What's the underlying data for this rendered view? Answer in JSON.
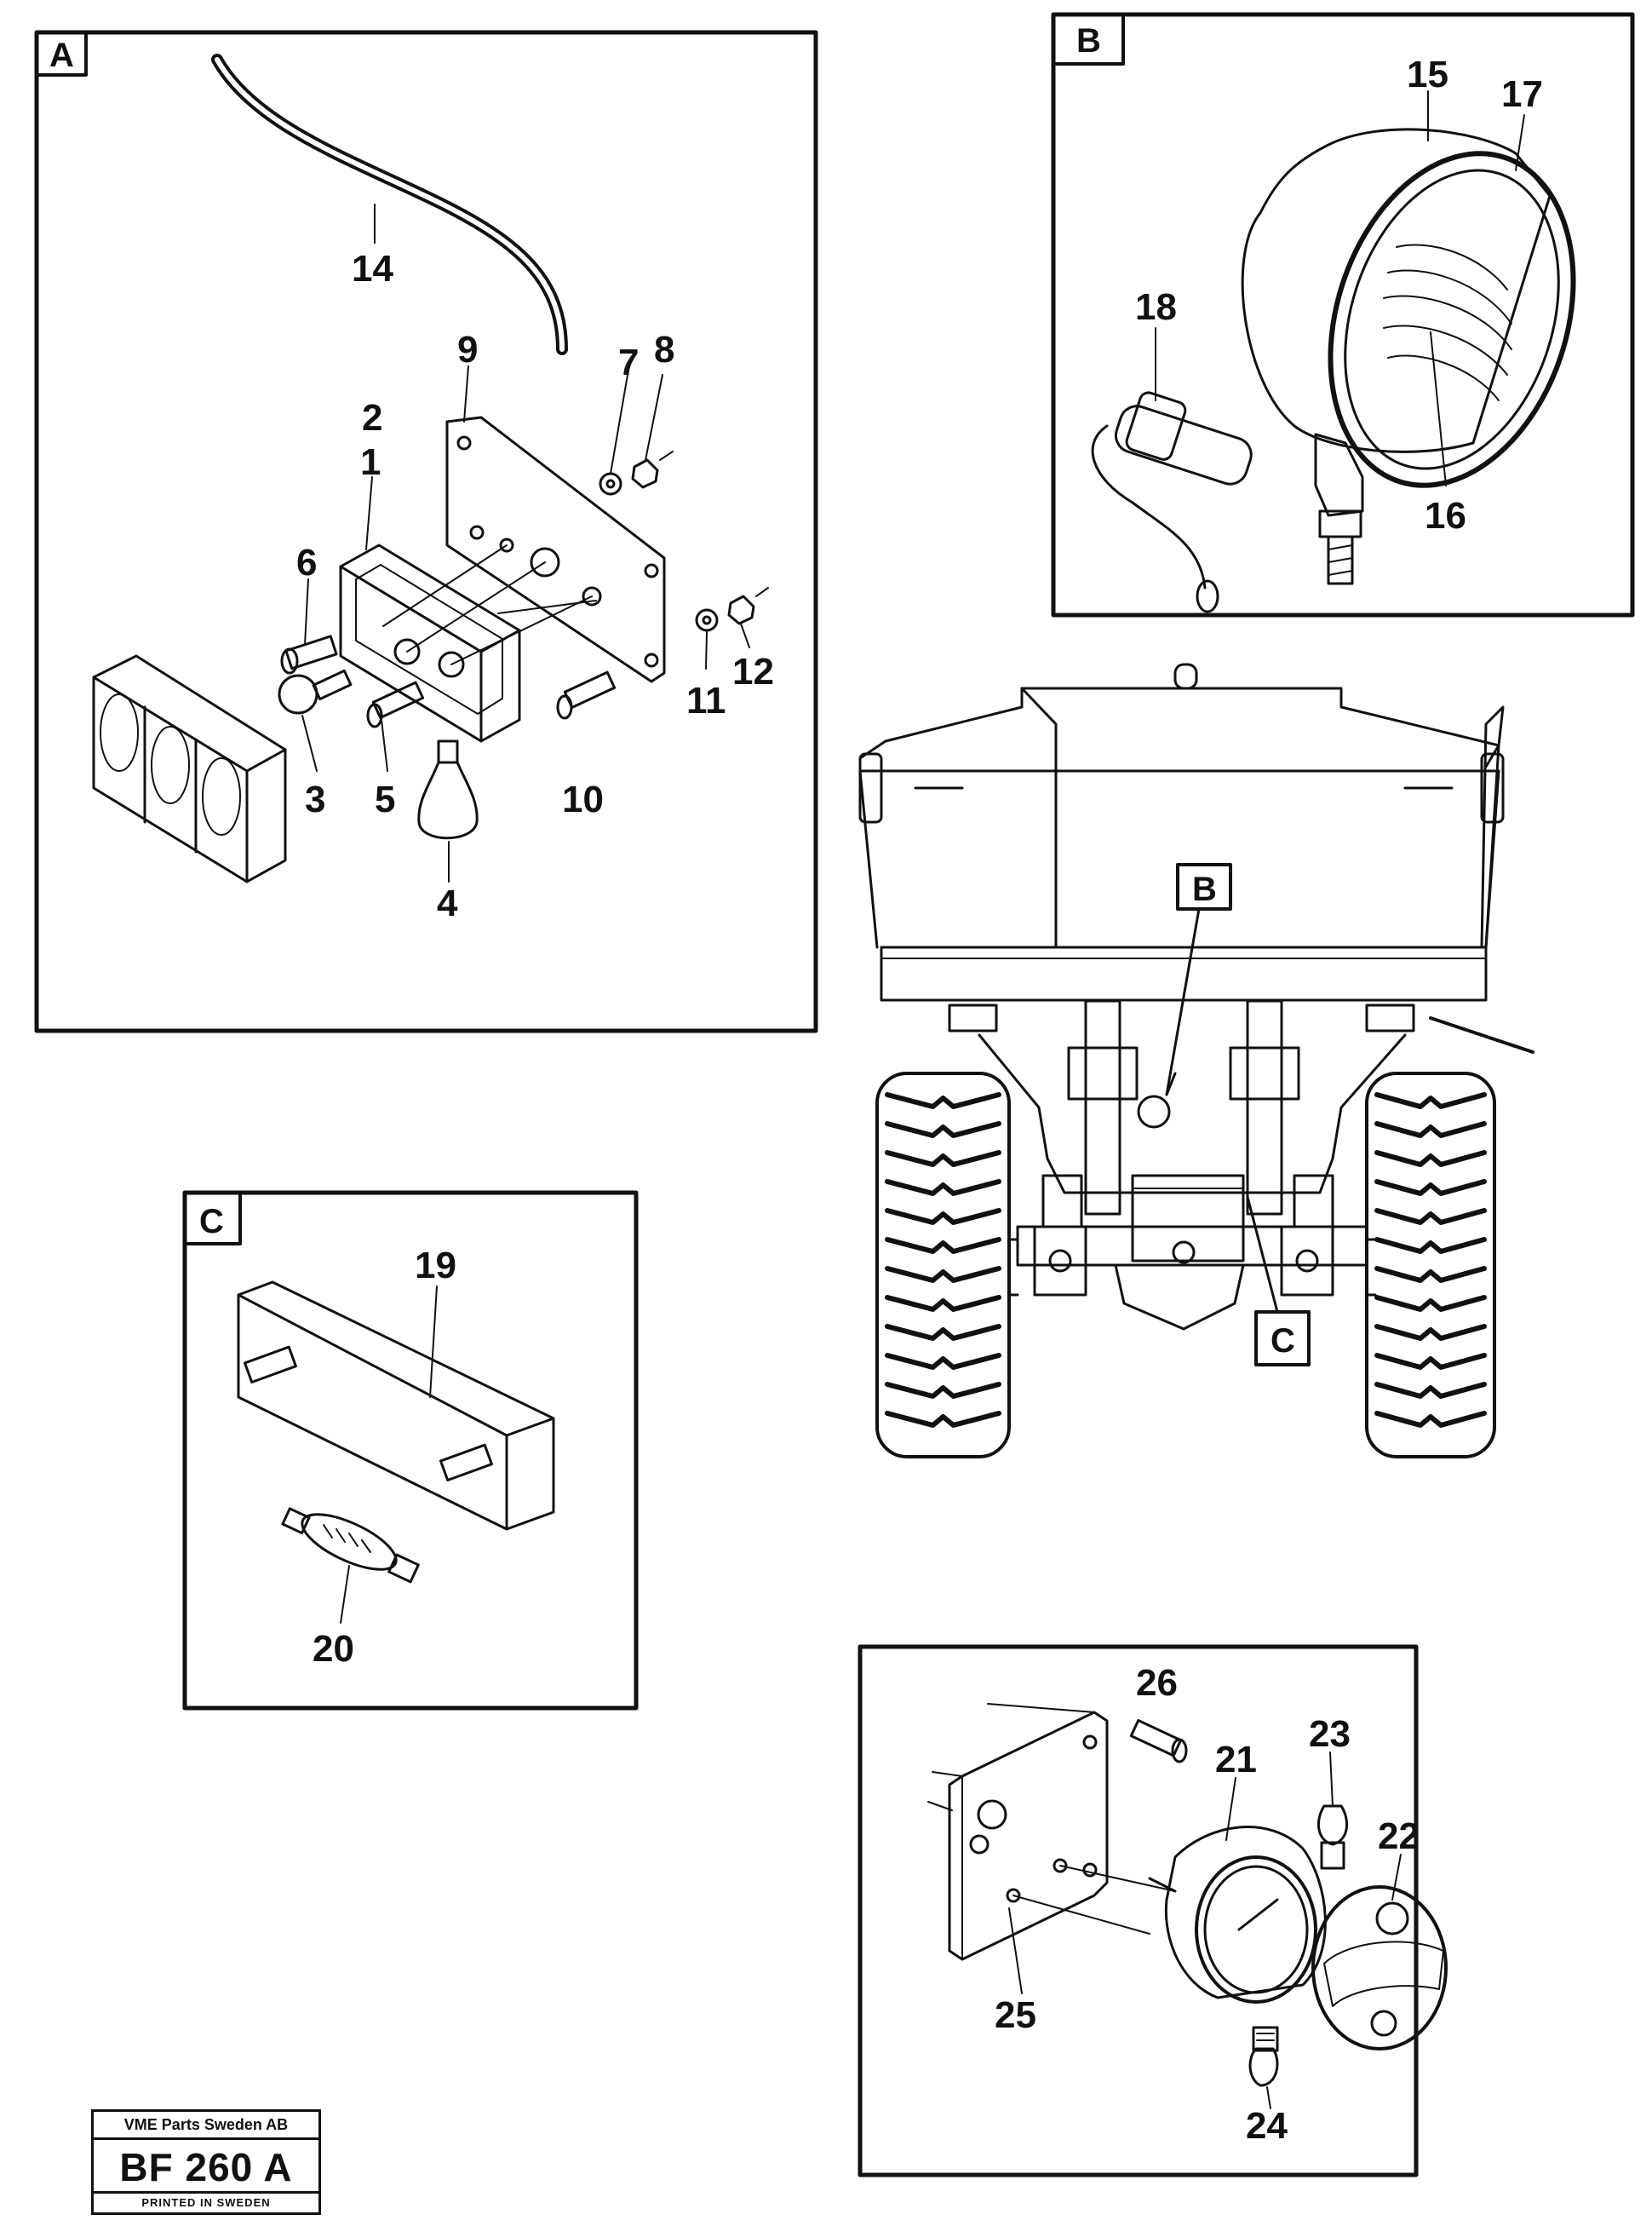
{
  "panels": [
    {
      "id": "A",
      "label": "A"
    },
    {
      "id": "B",
      "label": "B"
    },
    {
      "id": "C",
      "label": "C"
    }
  ],
  "vehicle_callouts": [
    "B",
    "C"
  ],
  "part_numbers": [
    "1",
    "2",
    "3",
    "4",
    "5",
    "6",
    "7",
    "8",
    "9",
    "10",
    "11",
    "12",
    "14",
    "15",
    "16",
    "17",
    "18",
    "19",
    "20",
    "21",
    "22",
    "23",
    "24",
    "25",
    "26"
  ],
  "stamp": {
    "company": "VME Parts Sweden AB",
    "code": "BF 260 A",
    "footer": "PRINTED IN SWEDEN"
  }
}
